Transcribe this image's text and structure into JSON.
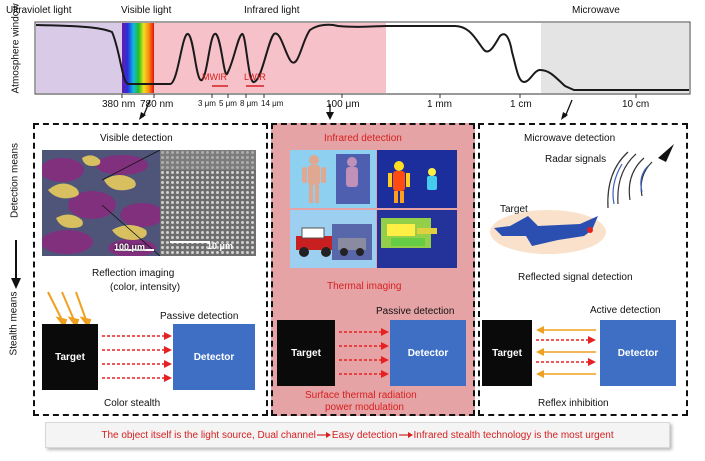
{
  "spectrum": {
    "regions": [
      "Ultraviolet light",
      "Visible light",
      "Infrared light",
      "Microwave"
    ],
    "window_label": "Atmosphere window",
    "bands": [
      "MWIR",
      "LWIR"
    ],
    "ticks": [
      "380 nm",
      "780 nm",
      "3 μm",
      "5 μm",
      "8 μm",
      "14 μm",
      "100 μm",
      "1 mm",
      "1 cm",
      "10 cm"
    ]
  },
  "side_labels": {
    "detection": "Detection means",
    "stealth": "Stealth means"
  },
  "visible_panel": {
    "title": "Visible detection",
    "scale_a": "100 μm",
    "scale_b": "10 μm",
    "caption_line1": "Reflection imaging",
    "caption_line2": "(color, intensity)",
    "mode": "Passive detection",
    "target": "Target",
    "detector": "Detector",
    "stealth": "Color stealth"
  },
  "infrared_panel": {
    "title": "Infrared detection",
    "caption": "Thermal imaging",
    "mode": "Passive detection",
    "target": "Target",
    "detector": "Detector",
    "stealth_line1": "Surface thermal radiation",
    "stealth_line2": "power modulation"
  },
  "microwave_panel": {
    "title": "Microwave detection",
    "signals": "Radar signals",
    "target_label": "Target",
    "caption": "Reflected signal detection",
    "mode": "Active detection",
    "target": "Target",
    "detector": "Detector",
    "stealth": "Reflex inhibition"
  },
  "footer": {
    "part1": "The object itself is the light source, Dual channel",
    "part2": "Easy detection",
    "part3": "Infrared stealth technology is the most urgent"
  },
  "colors": {
    "uv_region": "#d9cbe8",
    "ir_region": "#f6c1c8",
    "mw_region": "#e4e4e4",
    "ir_panel": "#e6a3a5",
    "detector_blue": "#3f6fc4",
    "highlight_red": "#d62020",
    "arrow_red": "#e52222",
    "arrow_orange": "#f0a020"
  }
}
